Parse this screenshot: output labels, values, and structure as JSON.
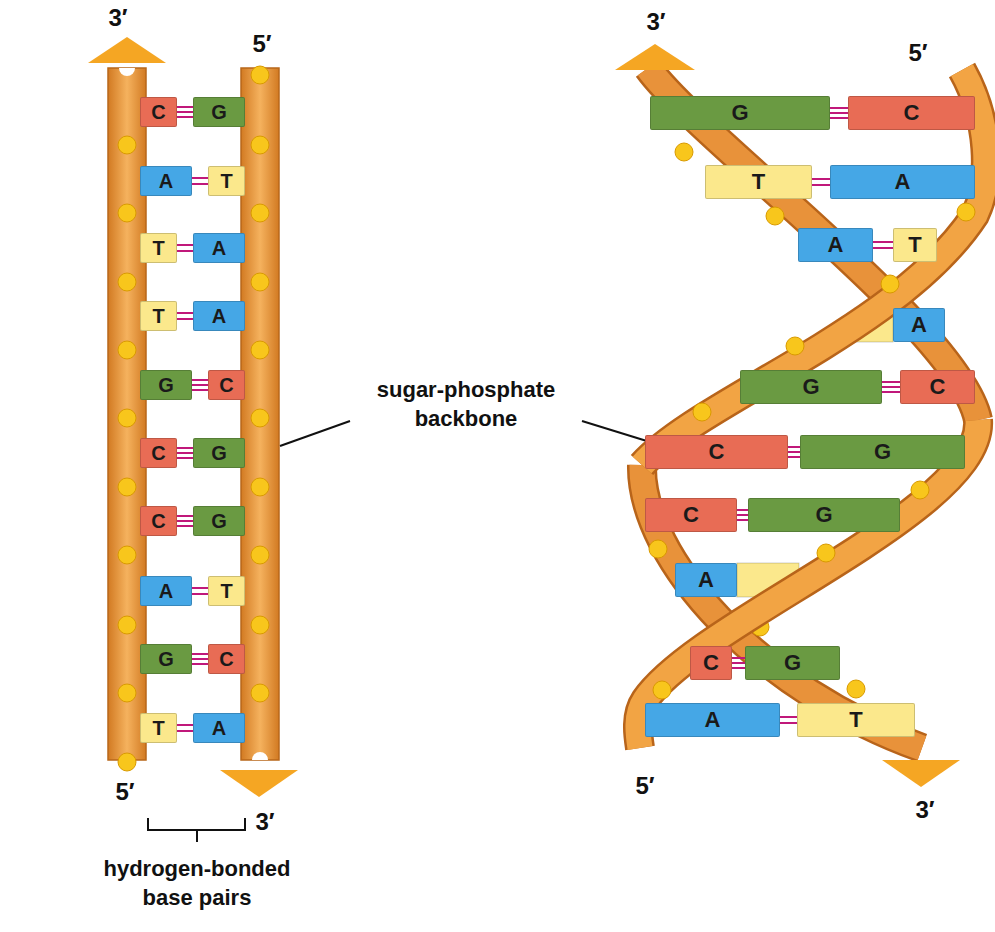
{
  "diagram": {
    "nodes": [
      {
        "text": [
          "C"
        ]
      },
      {
        "text": [
          "G"
        ]
      },
      {
        "text": [
          "A"
        ]
      },
      {
        "text": [
          "T"
        ]
      },
      {
        "text": [
          "T"
        ]
      },
      {
        "text": [
          "A"
        ]
      },
      {
        "text": [
          "T"
        ]
      },
      {
        "text": [
          "A"
        ]
      },
      {
        "text": [
          "G"
        ]
      },
      {
        "text": [
          "C"
        ]
      },
      {
        "text": [
          "C"
        ]
      },
      {
        "text": [
          "G"
        ]
      },
      {
        "text": [
          "C"
        ]
      },
      {
        "text": [
          "G"
        ]
      },
      {
        "text": [
          "A"
        ]
      },
      {
        "text": [
          "T"
        ]
      },
      {
        "text": [
          "G"
        ]
      },
      {
        "text": [
          "C"
        ]
      },
      {
        "text": [
          "T"
        ]
      },
      {
        "text": [
          "A"
        ]
      },
      {
        "text": [
          "G"
        ]
      },
      {
        "text": [
          "C"
        ]
      },
      {
        "text": [
          "T"
        ]
      },
      {
        "text": [
          "A"
        ]
      },
      {
        "text": [
          "A"
        ]
      },
      {
        "text": [
          "T"
        ]
      },
      {
        "text": [
          "A"
        ]
      },
      {
        "text": [
          "G"
        ]
      },
      {
        "text": [
          "C"
        ]
      },
      {
        "text": [
          "C"
        ]
      },
      {
        "text": [
          "G"
        ]
      },
      {
        "text": [
          "C"
        ]
      },
      {
        "text": [
          "G"
        ]
      },
      {
        "text": [
          "A"
        ]
      },
      {
        "text": [
          "C"
        ]
      },
      {
        "text": [
          "G"
        ]
      },
      {
        "text": [
          "A"
        ]
      },
      {
        "text": [
          "T"
        ]
      }
    ],
    "edges": [
      {
        "from": 0,
        "to": 1,
        "arrow": "none"
      },
      {
        "from": 2,
        "to": 3,
        "arrow": "none"
      },
      {
        "from": 4,
        "to": 5,
        "arrow": "none"
      },
      {
        "from": 6,
        "to": 7,
        "arrow": "none"
      },
      {
        "from": 8,
        "to": 9,
        "arrow": "none"
      },
      {
        "from": 10,
        "to": 11,
        "arrow": "none"
      },
      {
        "from": 12,
        "to": 13,
        "arrow": "none"
      },
      {
        "from": 14,
        "to": 15,
        "arrow": "none"
      },
      {
        "from": 16,
        "to": 17,
        "arrow": "none"
      },
      {
        "from": 18,
        "to": 19,
        "arrow": "none"
      },
      {
        "from": 20,
        "to": 21,
        "arrow": "none"
      },
      {
        "from": 22,
        "to": 23,
        "arrow": "none"
      },
      {
        "from": 24,
        "to": 25,
        "arrow": "none"
      },
      {
        "from": 27,
        "to": 28,
        "arrow": "none"
      },
      {
        "from": 29,
        "to": 30,
        "arrow": "none"
      },
      {
        "from": 31,
        "to": 32,
        "arrow": "none"
      },
      {
        "from": 34,
        "to": 35,
        "arrow": "none"
      },
      {
        "from": 36,
        "to": 37,
        "arrow": "none"
      }
    ],
    "labels": [
      "3′",
      "5′",
      "3′",
      "5′",
      "sugar-phosphate backbone",
      "5′",
      "3′",
      "5′",
      "3′",
      "hydrogen-bonded base pairs"
    ]
  }
}
